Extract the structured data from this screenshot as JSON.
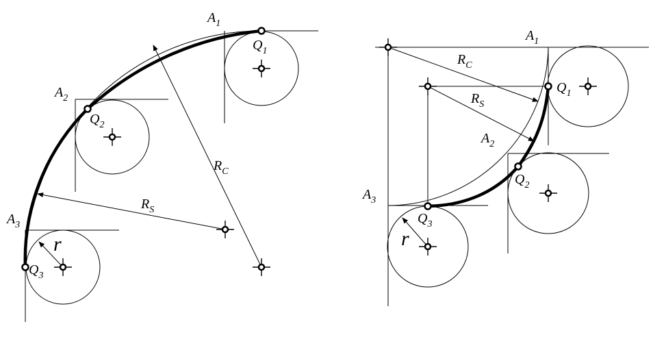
{
  "left_figure": {
    "labels": {
      "A1": {
        "base": "A",
        "sub": "1"
      },
      "A2": {
        "base": "A",
        "sub": "2"
      },
      "A3": {
        "base": "A",
        "sub": "3"
      },
      "Q1": {
        "base": "Q",
        "sub": "1"
      },
      "Q2": {
        "base": "Q",
        "sub": "2"
      },
      "Q3": {
        "base": "Q",
        "sub": "3"
      },
      "RC": {
        "base": "R",
        "sub": "C"
      },
      "RS": {
        "base": "R",
        "sub": "S"
      },
      "r": {
        "base": "r"
      }
    }
  },
  "right_figure": {
    "labels": {
      "A1": {
        "base": "A",
        "sub": "1"
      },
      "A2": {
        "base": "A",
        "sub": "2"
      },
      "A3": {
        "base": "A",
        "sub": "3"
      },
      "Q1": {
        "base": "Q",
        "sub": "1"
      },
      "Q2": {
        "base": "Q",
        "sub": "2"
      },
      "Q3": {
        "base": "Q",
        "sub": "3"
      },
      "RC": {
        "base": "R",
        "sub": "C"
      },
      "RS": {
        "base": "R",
        "sub": "S"
      },
      "r": {
        "base": "r"
      }
    }
  }
}
